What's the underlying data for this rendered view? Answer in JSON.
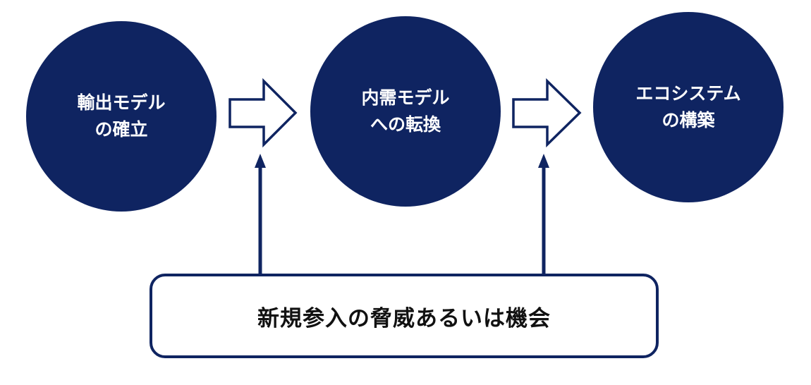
{
  "stages": [
    {
      "line1": "輸出モデル",
      "line2": "の確立"
    },
    {
      "line1": "内需モデル",
      "line2": "への転換"
    },
    {
      "line1": "エコシステム",
      "line2": "の構築"
    }
  ],
  "influence_label": "新規参入の脅威あるいは機会",
  "colors": {
    "circle_fill": "#0f2461",
    "circle_text": "#ffffff",
    "stroke": "#0f2461",
    "box_text": "#111111"
  }
}
